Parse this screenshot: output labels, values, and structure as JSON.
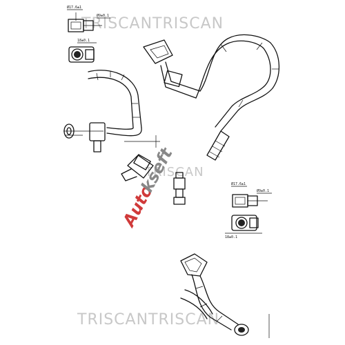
{
  "watermark": {
    "brand_top": "TRISCANTRISCAN",
    "brand_mid": "TRISCAN",
    "brand_bottom": "TRISCANTRISCAN",
    "logo_prefix": "Auto",
    "logo_suffix": "kseft",
    "logo_prefix_color": "#d03a3a",
    "logo_suffix_color": "#888888"
  },
  "dimensions_top": {
    "label_a": "Ø17.6±1",
    "label_b": "Ø9±0.1",
    "label_c": "18±0.1"
  },
  "dimensions_mid": {
    "label_a": "Ø17.6±1",
    "label_b": "Ø9±0.1",
    "label_c": "18±0.1"
  },
  "colors": {
    "line": "#111111",
    "watermark": "#c8c8c8"
  }
}
